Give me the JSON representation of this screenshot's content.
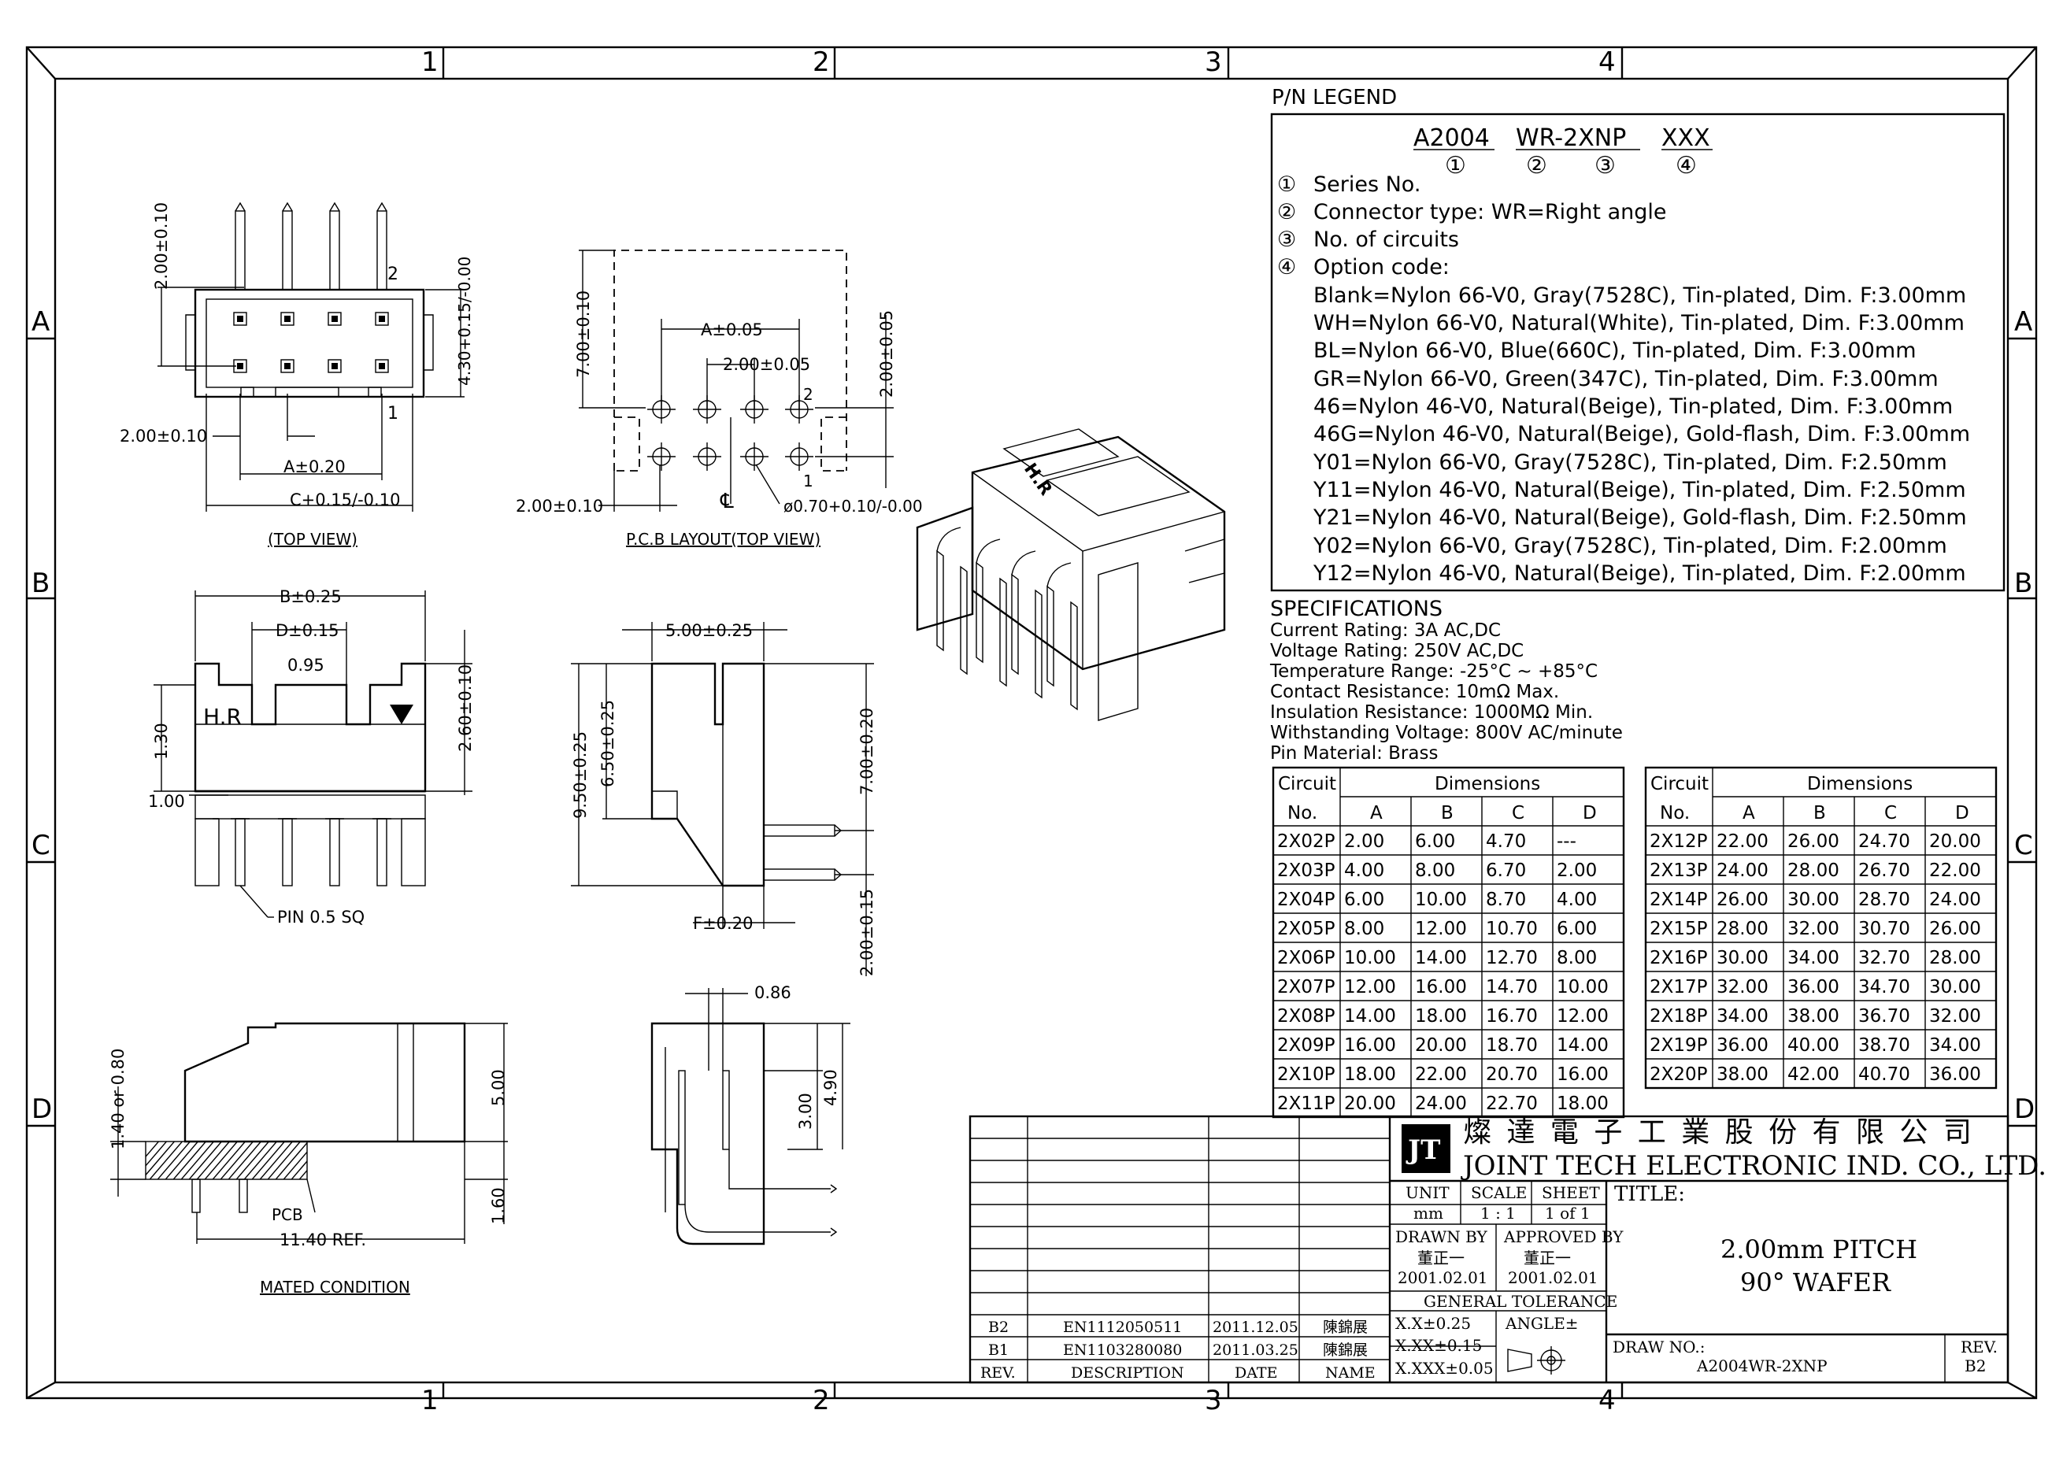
{
  "border": {
    "columns": [
      "1",
      "2",
      "3",
      "4"
    ],
    "rows": [
      "A",
      "B",
      "C",
      "D"
    ]
  },
  "legend": {
    "title": "P/N LEGEND",
    "part_parts": [
      "A2004",
      "WR-2XNP",
      "XXX"
    ],
    "part_marks": [
      "①",
      "②",
      "③",
      "④"
    ],
    "items": [
      {
        "mark": "①",
        "text": "Series No."
      },
      {
        "mark": "②",
        "text": "Connector type: WR=Right angle"
      },
      {
        "mark": "③",
        "text": "No. of circuits"
      },
      {
        "mark": "④",
        "text": "Option code:"
      }
    ],
    "options": [
      "Blank=Nylon 66-V0, Gray(7528C), Tin-plated, Dim. F:3.00mm",
      "WH=Nylon 66-V0, Natural(White), Tin-plated, Dim. F:3.00mm",
      "BL=Nylon 66-V0, Blue(660C), Tin-plated, Dim. F:3.00mm",
      "GR=Nylon 66-V0, Green(347C), Tin-plated, Dim. F:3.00mm",
      "46=Nylon 46-V0, Natural(Beige), Tin-plated, Dim. F:3.00mm",
      "46G=Nylon 46-V0, Natural(Beige), Gold-flash, Dim. F:3.00mm",
      "Y01=Nylon 66-V0, Gray(7528C), Tin-plated, Dim. F:2.50mm",
      "Y11=Nylon 46-V0, Natural(Beige), Tin-plated, Dim. F:2.50mm",
      "Y21=Nylon 46-V0, Natural(Beige), Gold-flash, Dim. F:2.50mm",
      "Y02=Nylon 66-V0, Gray(7528C), Tin-plated, Dim. F:2.00mm",
      "Y12=Nylon 46-V0, Natural(Beige), Tin-plated, Dim. F:2.00mm"
    ]
  },
  "specs": {
    "title": "SPECIFICATIONS",
    "lines": [
      "Current Rating: 3A AC,DC",
      "Voltage Rating: 250V AC,DC",
      "Temperature Range: -25°C ~ +85°C",
      "Contact Resistance: 10mΩ Max.",
      "Insulation Resistance: 1000MΩ Min.",
      "Withstanding Voltage: 800V AC/minute",
      "Pin Material: Brass"
    ]
  },
  "dim_table": {
    "h1": [
      "Circuit",
      "Dimensions"
    ],
    "h2": [
      "No.",
      "A",
      "B",
      "C",
      "D"
    ],
    "left": [
      [
        "2X02P",
        "2.00",
        "6.00",
        "4.70",
        "---"
      ],
      [
        "2X03P",
        "4.00",
        "8.00",
        "6.70",
        "2.00"
      ],
      [
        "2X04P",
        "6.00",
        "10.00",
        "8.70",
        "4.00"
      ],
      [
        "2X05P",
        "8.00",
        "12.00",
        "10.70",
        "6.00"
      ],
      [
        "2X06P",
        "10.00",
        "14.00",
        "12.70",
        "8.00"
      ],
      [
        "2X07P",
        "12.00",
        "16.00",
        "14.70",
        "10.00"
      ],
      [
        "2X08P",
        "14.00",
        "18.00",
        "16.70",
        "12.00"
      ],
      [
        "2X09P",
        "16.00",
        "20.00",
        "18.70",
        "14.00"
      ],
      [
        "2X10P",
        "18.00",
        "22.00",
        "20.70",
        "16.00"
      ],
      [
        "2X11P",
        "20.00",
        "24.00",
        "22.70",
        "18.00"
      ]
    ],
    "right": [
      [
        "2X12P",
        "22.00",
        "26.00",
        "24.70",
        "20.00"
      ],
      [
        "2X13P",
        "24.00",
        "28.00",
        "26.70",
        "22.00"
      ],
      [
        "2X14P",
        "26.00",
        "30.00",
        "28.70",
        "24.00"
      ],
      [
        "2X15P",
        "28.00",
        "32.00",
        "30.70",
        "26.00"
      ],
      [
        "2X16P",
        "30.00",
        "34.00",
        "32.70",
        "28.00"
      ],
      [
        "2X17P",
        "32.00",
        "36.00",
        "34.70",
        "30.00"
      ],
      [
        "2X18P",
        "34.00",
        "38.00",
        "36.70",
        "32.00"
      ],
      [
        "2X19P",
        "36.00",
        "40.00",
        "38.70",
        "34.00"
      ],
      [
        "2X20P",
        "38.00",
        "42.00",
        "40.70",
        "36.00"
      ]
    ]
  },
  "title_block": {
    "company_cn": "燦 達 電 子 工 業 股 份 有 限 公 司",
    "company_en": "JOINT TECH ELECTRONIC IND. CO., LTD.",
    "unit_label": "UNIT",
    "unit": "mm",
    "scale_label": "SCALE",
    "scale": "1 : 1",
    "sheet_label": "SHEET",
    "sheet": "1 of 1",
    "title_label": "TITLE:",
    "title_1": "2.00mm PITCH",
    "title_2": "90° WAFER",
    "drawn_label": "DRAWN BY",
    "drawn_name": "董正一",
    "drawn_date": "2001.02.01",
    "approved_label": "APPROVED BY",
    "approved_name": "董正一",
    "approved_date": "2001.02.01",
    "tolerance_label": "GENERAL TOLERANCE",
    "tol_1": "X.X±0.25",
    "tol_2": "X.XX±0.15",
    "tol_3": "X.XXX±0.05",
    "angle_label": "ANGLE±",
    "drawno_label": "DRAW NO.:",
    "drawno": "A2004WR-2XNP",
    "rev_label": "REV.",
    "rev": "B2"
  },
  "revisions": {
    "headers": [
      "REV.",
      "DESCRIPTION",
      "DATE",
      "NAME"
    ],
    "rows": [
      [
        "B2",
        "EN1112050511",
        "2011.12.05",
        "陳錦展"
      ],
      [
        "B1",
        "EN1103280080",
        "2011.03.25",
        "陳錦展"
      ]
    ]
  },
  "views": {
    "top": {
      "caption": "(TOP VIEW)",
      "d_pitch_v": "2.00±0.10",
      "d_height": "4.30+0.15/-0.00",
      "d_pitch_h": "2.00±0.10",
      "d_a": "A±0.20",
      "d_c": "C+0.15/-0.10",
      "pin1": "1",
      "pin2": "2"
    },
    "pcb": {
      "caption": "P.C.B LAYOUT(TOP VIEW)",
      "d_a": "A±0.05",
      "d_pitch": "2.00±0.05",
      "d_height": "7.00±0.10",
      "d_right": "2.00±0.05",
      "d_left": "2.00±0.10",
      "d_hole": "ø0.70+0.10/-0.00",
      "cl": "℄",
      "pin1": "1",
      "pin2": "2"
    },
    "front": {
      "d_b": "B±0.25",
      "d_d": "D±0.15",
      "d_095": "0.95",
      "d_260": "2.60±0.10",
      "d_130": "1.30",
      "d_100": "1.00",
      "hr": "H.R",
      "pin_note": "PIN 0.5 SQ"
    },
    "side": {
      "d_500": "5.00±0.25",
      "d_950": "9.50±0.25",
      "d_650": "6.50±0.25",
      "d_700": "7.00±0.20",
      "d_f": "F±0.20",
      "d_200": "2.00±0.15"
    },
    "mated": {
      "caption": "MATED CONDITION",
      "d_140": "1.40 or 0.80",
      "d_500": "5.00",
      "d_160": "1.60",
      "pcb": "PCB",
      "d_ref": "11.40 REF."
    },
    "detail": {
      "d_086": "0.86",
      "d_300": "3.00",
      "d_490": "4.90"
    }
  }
}
